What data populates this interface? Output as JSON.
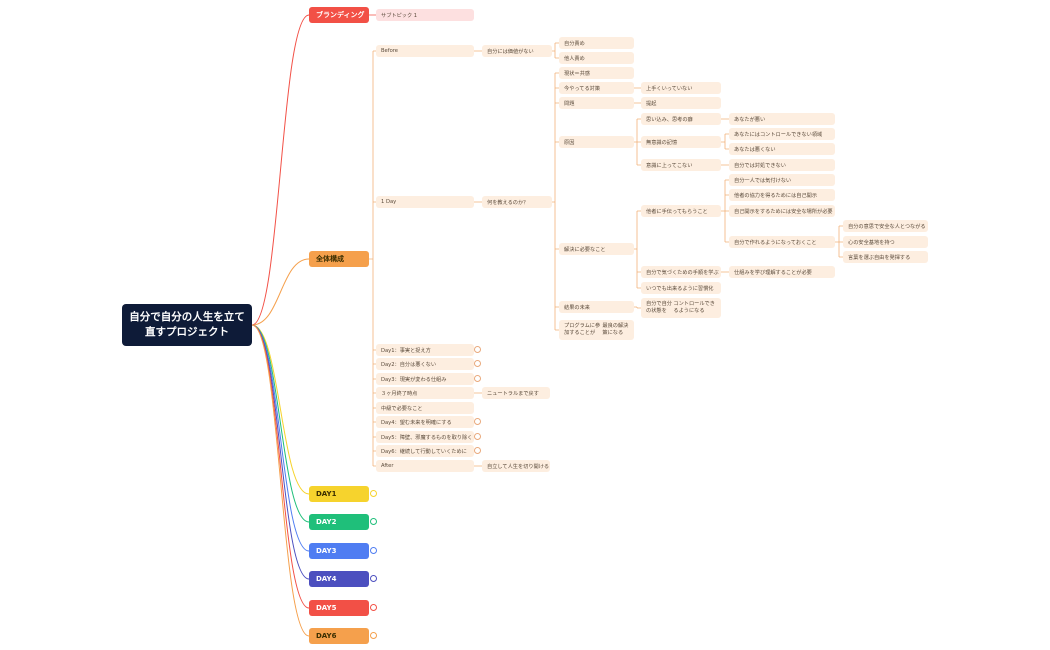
{
  "root": {
    "label": "自分で自分の人生を立て直すプロジェクト"
  },
  "colors": {
    "root": "#0e1b38",
    "branding": "#f25046",
    "zentai": "#f5a04c",
    "day1": "#f6d32d",
    "day2": "#1fbf7a",
    "day3": "#4f7df2",
    "day4": "#4c4fbf",
    "day5": "#f25046",
    "day6": "#f5a04c",
    "subtopic": "#fdeee0",
    "subtopic_pink": "#fde0e0"
  },
  "branches": {
    "branding": {
      "label": "ブランディング",
      "subtopic": "サブトピック 1"
    },
    "zentai": {
      "label": "全体構成",
      "before": {
        "label": "Before",
        "child": "自分には価値がない",
        "grand": [
          "自分責め",
          "他人責め"
        ]
      },
      "oneday": {
        "label": "1 Day",
        "child": "何を教えるのか？",
        "items": {
          "genjou": "現状＝共感",
          "imayatteru": "今やってる対策",
          "umakuika": "上手くいっていない",
          "mondai": "問題",
          "teiki": "提起",
          "genin": "原因",
          "omoikomi": "思い込み、思考の癖",
          "anatagawarui": "あなたが悪い",
          "muishiki": "無意識の記憶",
          "control": "あなたにはコントロールできない領域",
          "waruku": "あなたは悪くない",
          "ishiki": "意識に上ってこない",
          "taisho": "自分では対処できない",
          "kaiketsu": "解決に必要なこと",
          "tasha": "他者に手伝ってもらうこと",
          "hitori": "自分一人では気付けない",
          "kyoryoku": "他者の協力を得るためには自己開示",
          "anzen": "自己開示をするためには安全な場所が必要",
          "tsukureru": "自分で作れるようになっておくこと",
          "jibun_anzen": "自分の意思で安全な人とつながる",
          "kokoro": "心の安全基地を持つ",
          "kotoba": "言葉を選ぶ自由を発揮する",
          "kizuku": "自分で気づくための手順を学ぶ",
          "shikumi": "仕組みを学び理解することが必要",
          "itsudemo": "いつでも出来るように習慣化",
          "kekka": "結果の未来",
          "kekka_child": [
            "自分で自分の状態を",
            "コントロールできるようになる"
          ],
          "program": [
            "プログラムに参加することが",
            "最良の解決策になる"
          ]
        }
      },
      "days": [
        {
          "label": "Day1：事実と捉え方"
        },
        {
          "label": "Day2：自分は悪くない"
        },
        {
          "label": "Day3：現実が変わる仕組み"
        },
        {
          "label": "３ヶ月終了時点",
          "child": "ニュートラルまで戻す"
        },
        {
          "label": "中級で必要なこと"
        },
        {
          "label": "Day4：望む未来を明確にする"
        },
        {
          "label": "Day5：障壁、邪魔するものを取り除く"
        },
        {
          "label": "Day6：継続して行動していくために"
        },
        {
          "label": "After",
          "child": "自立して人生を切り開ける"
        }
      ]
    },
    "day_categories": [
      {
        "label": "DAY1"
      },
      {
        "label": "DAY2"
      },
      {
        "label": "DAY3"
      },
      {
        "label": "DAY4"
      },
      {
        "label": "DAY5"
      },
      {
        "label": "DAY6"
      }
    ]
  }
}
